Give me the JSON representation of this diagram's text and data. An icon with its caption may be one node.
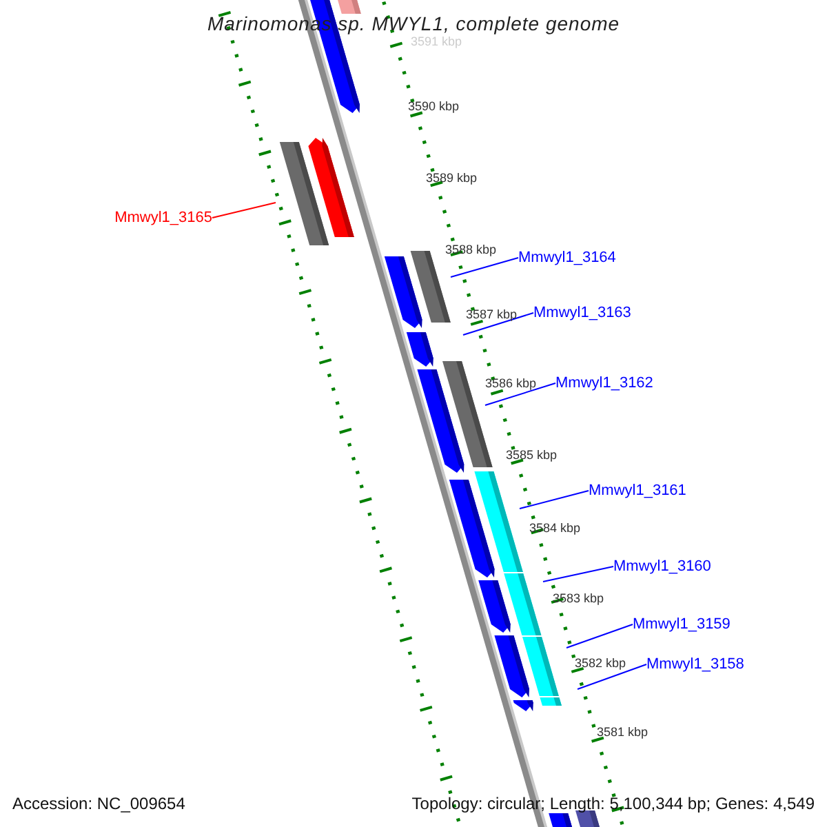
{
  "diagram": {
    "title": "Marinomonas sp. MWYL1, complete genome",
    "nodes": [
      {
        "text": [
          "Mmwyl1_3165"
        ]
      },
      {
        "text": [
          "Mmwyl1_3164"
        ]
      },
      {
        "text": [
          "Mmwyl1_3163"
        ]
      },
      {
        "text": [
          "Mmwyl1_3162"
        ]
      },
      {
        "text": [
          "Mmwyl1_3161"
        ]
      },
      {
        "text": [
          "Mmwyl1_3160"
        ]
      },
      {
        "text": [
          "Mmwyl1_3159"
        ]
      },
      {
        "text": [
          "Mmwyl1_3158"
        ]
      }
    ],
    "edges": [
      {
        "from": 0,
        "to": null,
        "arrow": "none",
        "color": "#ff0000"
      },
      {
        "from": 1,
        "to": null,
        "arrow": "none"
      },
      {
        "from": 2,
        "to": null,
        "arrow": "none"
      },
      {
        "from": 3,
        "to": null,
        "arrow": "none"
      },
      {
        "from": 4,
        "to": null,
        "arrow": "none"
      },
      {
        "from": 5,
        "to": null,
        "arrow": "none"
      },
      {
        "from": 6,
        "to": null,
        "arrow": "none"
      },
      {
        "from": 7,
        "to": null,
        "arrow": "none"
      }
    ],
    "labels": [
      "3591 kbp",
      "3590 kbp",
      "3589 kbp",
      "3588 kbp",
      "3587 kbp",
      "3586 kbp",
      "3585 kbp",
      "3584 kbp",
      "3583 kbp",
      "3582 kbp",
      "3581 kbp",
      "Accession: NC_009654",
      "Topology: circular; Length: 5,100,344 bp; Genes: 4,549"
    ]
  }
}
